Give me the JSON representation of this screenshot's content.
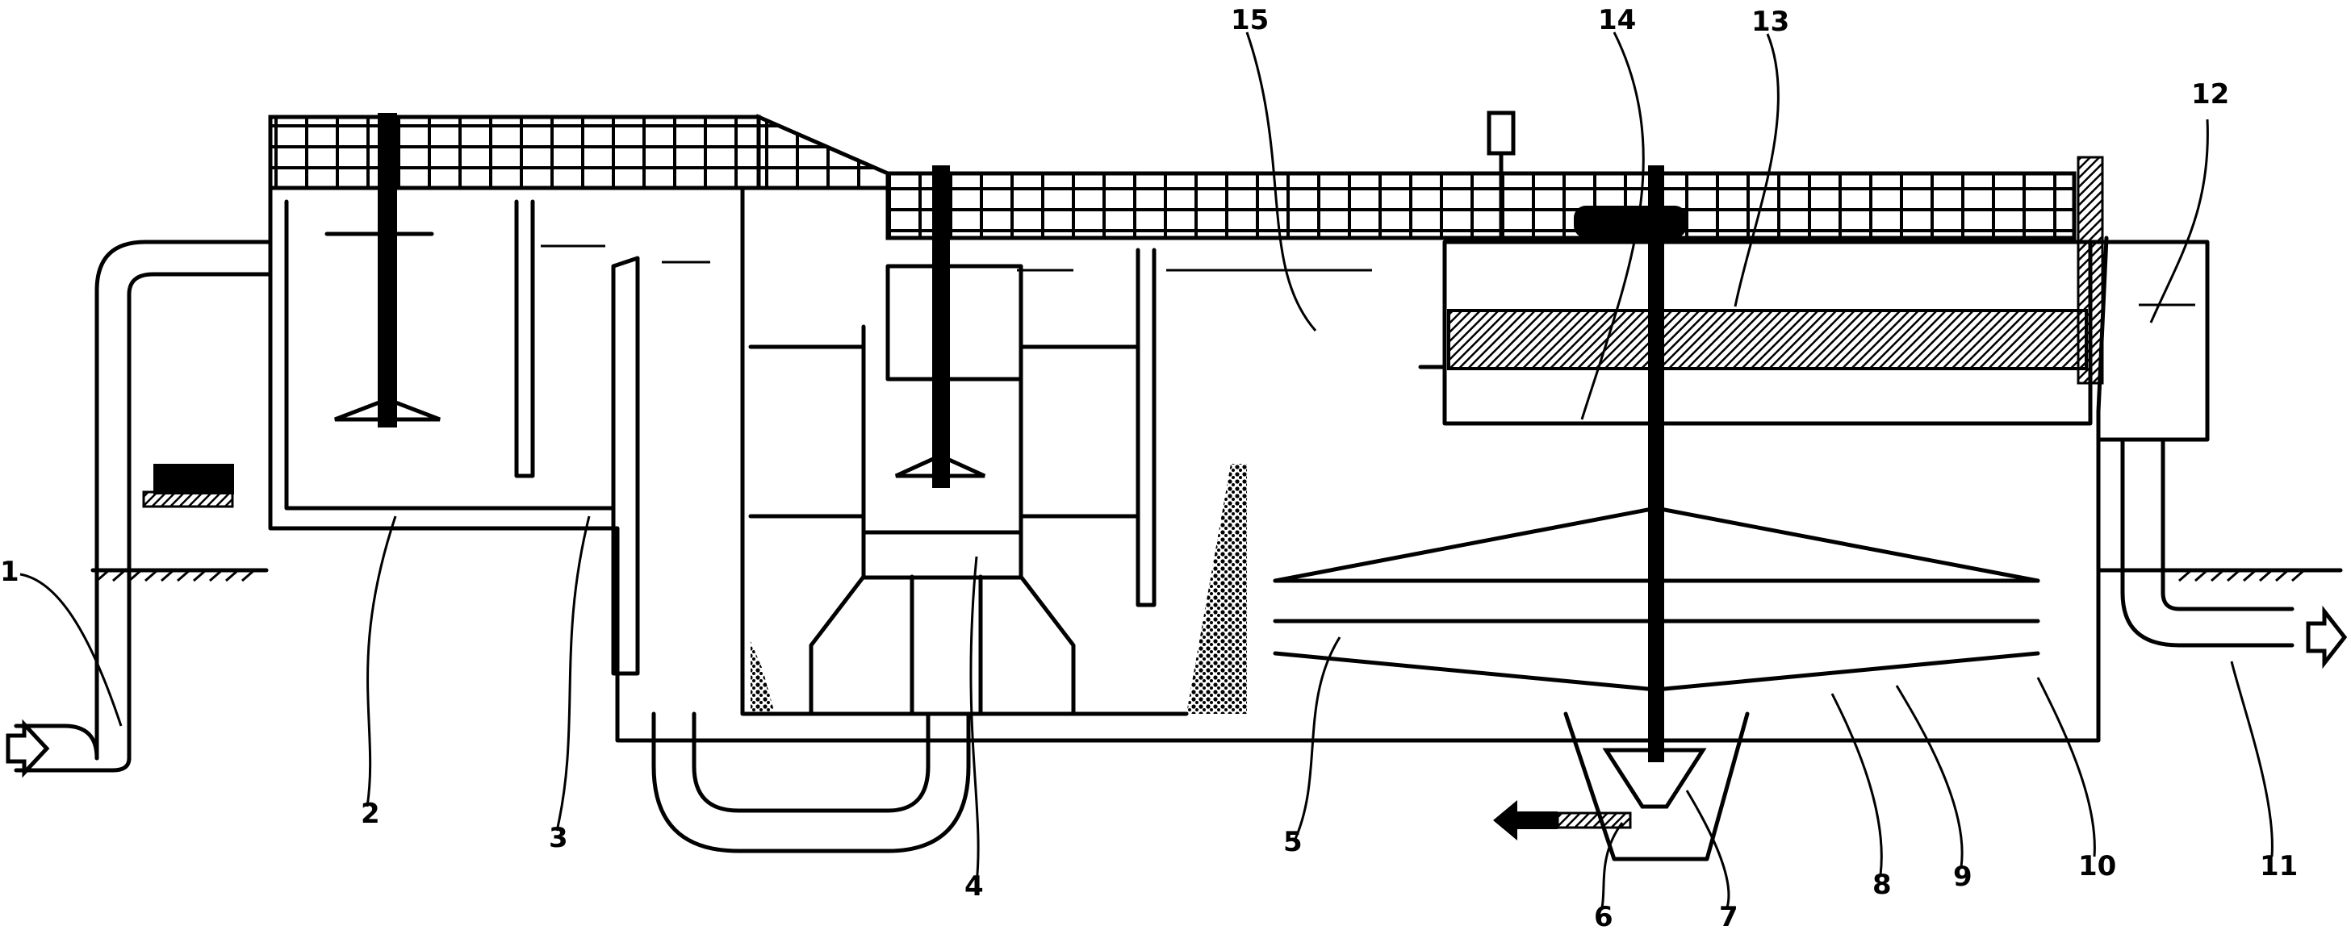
{
  "labels": {
    "l1": "1",
    "l2": "2",
    "l3": "3",
    "l4": "4",
    "l5": "5",
    "l6": "6",
    "l7": "7",
    "l8": "8",
    "l9": "9",
    "l10": "10",
    "l11": "11",
    "l12": "12",
    "l13": "13",
    "l14": "14",
    "l15": "15"
  },
  "icons": {
    "inlet_arrow": "hollow-right-arrow",
    "outlet_arrow": "hollow-right-arrow",
    "sludge_arrow": "solid-left-arrow"
  }
}
